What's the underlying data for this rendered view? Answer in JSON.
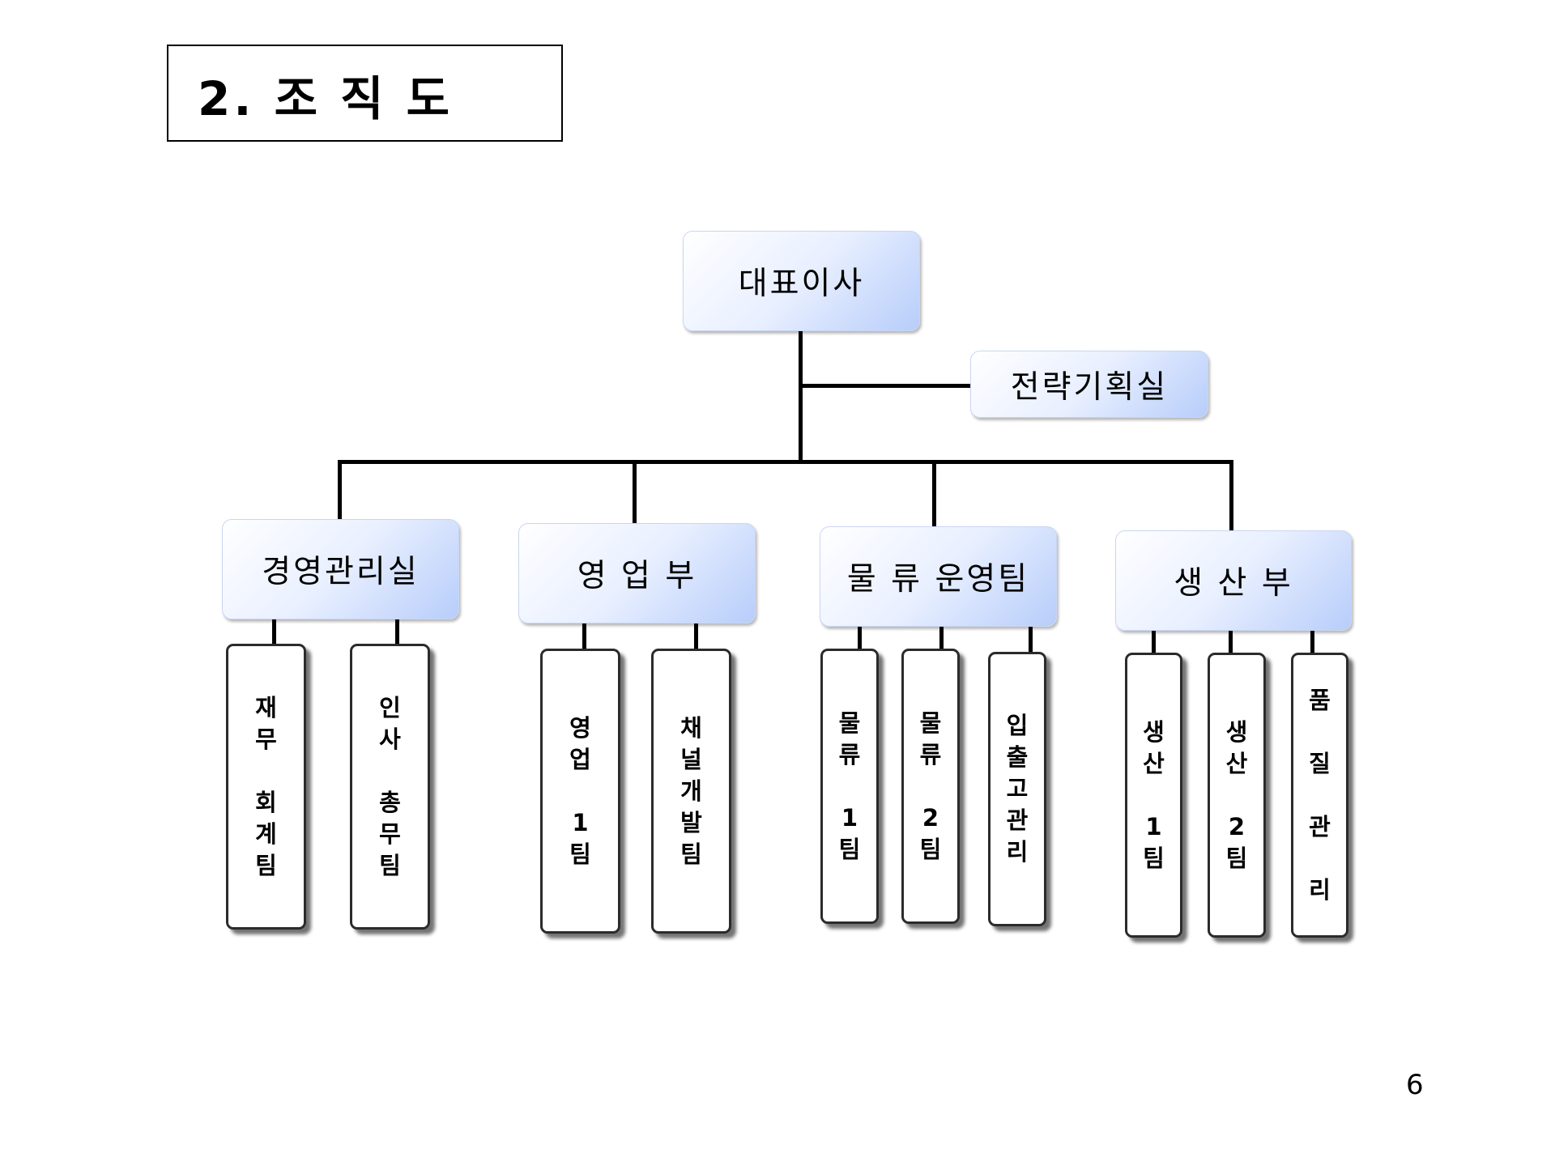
{
  "title": "2. 조 직 도",
  "page_number": "6",
  "ceo": {
    "label": "대표이사"
  },
  "staff": {
    "label": "전략기획실"
  },
  "departments": [
    {
      "label": "경영관리실",
      "teams": [
        {
          "label": "재무회계팀",
          "lines": [
            "재",
            "무",
            "",
            "회",
            "계",
            "팀"
          ]
        },
        {
          "label": "인사총무팀",
          "lines": [
            "인",
            "사",
            "",
            "총",
            "무",
            "팀"
          ]
        }
      ]
    },
    {
      "label": "영 업 부",
      "teams": [
        {
          "label": "영업1팀",
          "lines": [
            "영",
            "업",
            "",
            "1",
            "팀"
          ]
        },
        {
          "label": "채널개발팀",
          "lines": [
            "채",
            "널",
            "개",
            "발",
            "팀"
          ]
        }
      ]
    },
    {
      "label": "물 류 운영팀",
      "teams": [
        {
          "label": "물류1팀",
          "lines": [
            "물",
            "류",
            "",
            "1",
            "팀"
          ]
        },
        {
          "label": "물류2팀",
          "lines": [
            "물",
            "류",
            "",
            "2",
            "팀"
          ]
        },
        {
          "label": "입출고관리",
          "lines": [
            "입",
            "출",
            "고",
            "관",
            "리"
          ]
        }
      ]
    },
    {
      "label": "생 산 부",
      "teams": [
        {
          "label": "생산1팀",
          "lines": [
            "생",
            "산",
            "",
            "1",
            "팀"
          ]
        },
        {
          "label": "생산2팀",
          "lines": [
            "생",
            "산",
            "",
            "2",
            "팀"
          ]
        },
        {
          "label": "품질관리",
          "lines": [
            "품",
            "",
            "질",
            "",
            "관",
            "",
            "리"
          ]
        }
      ]
    }
  ]
}
